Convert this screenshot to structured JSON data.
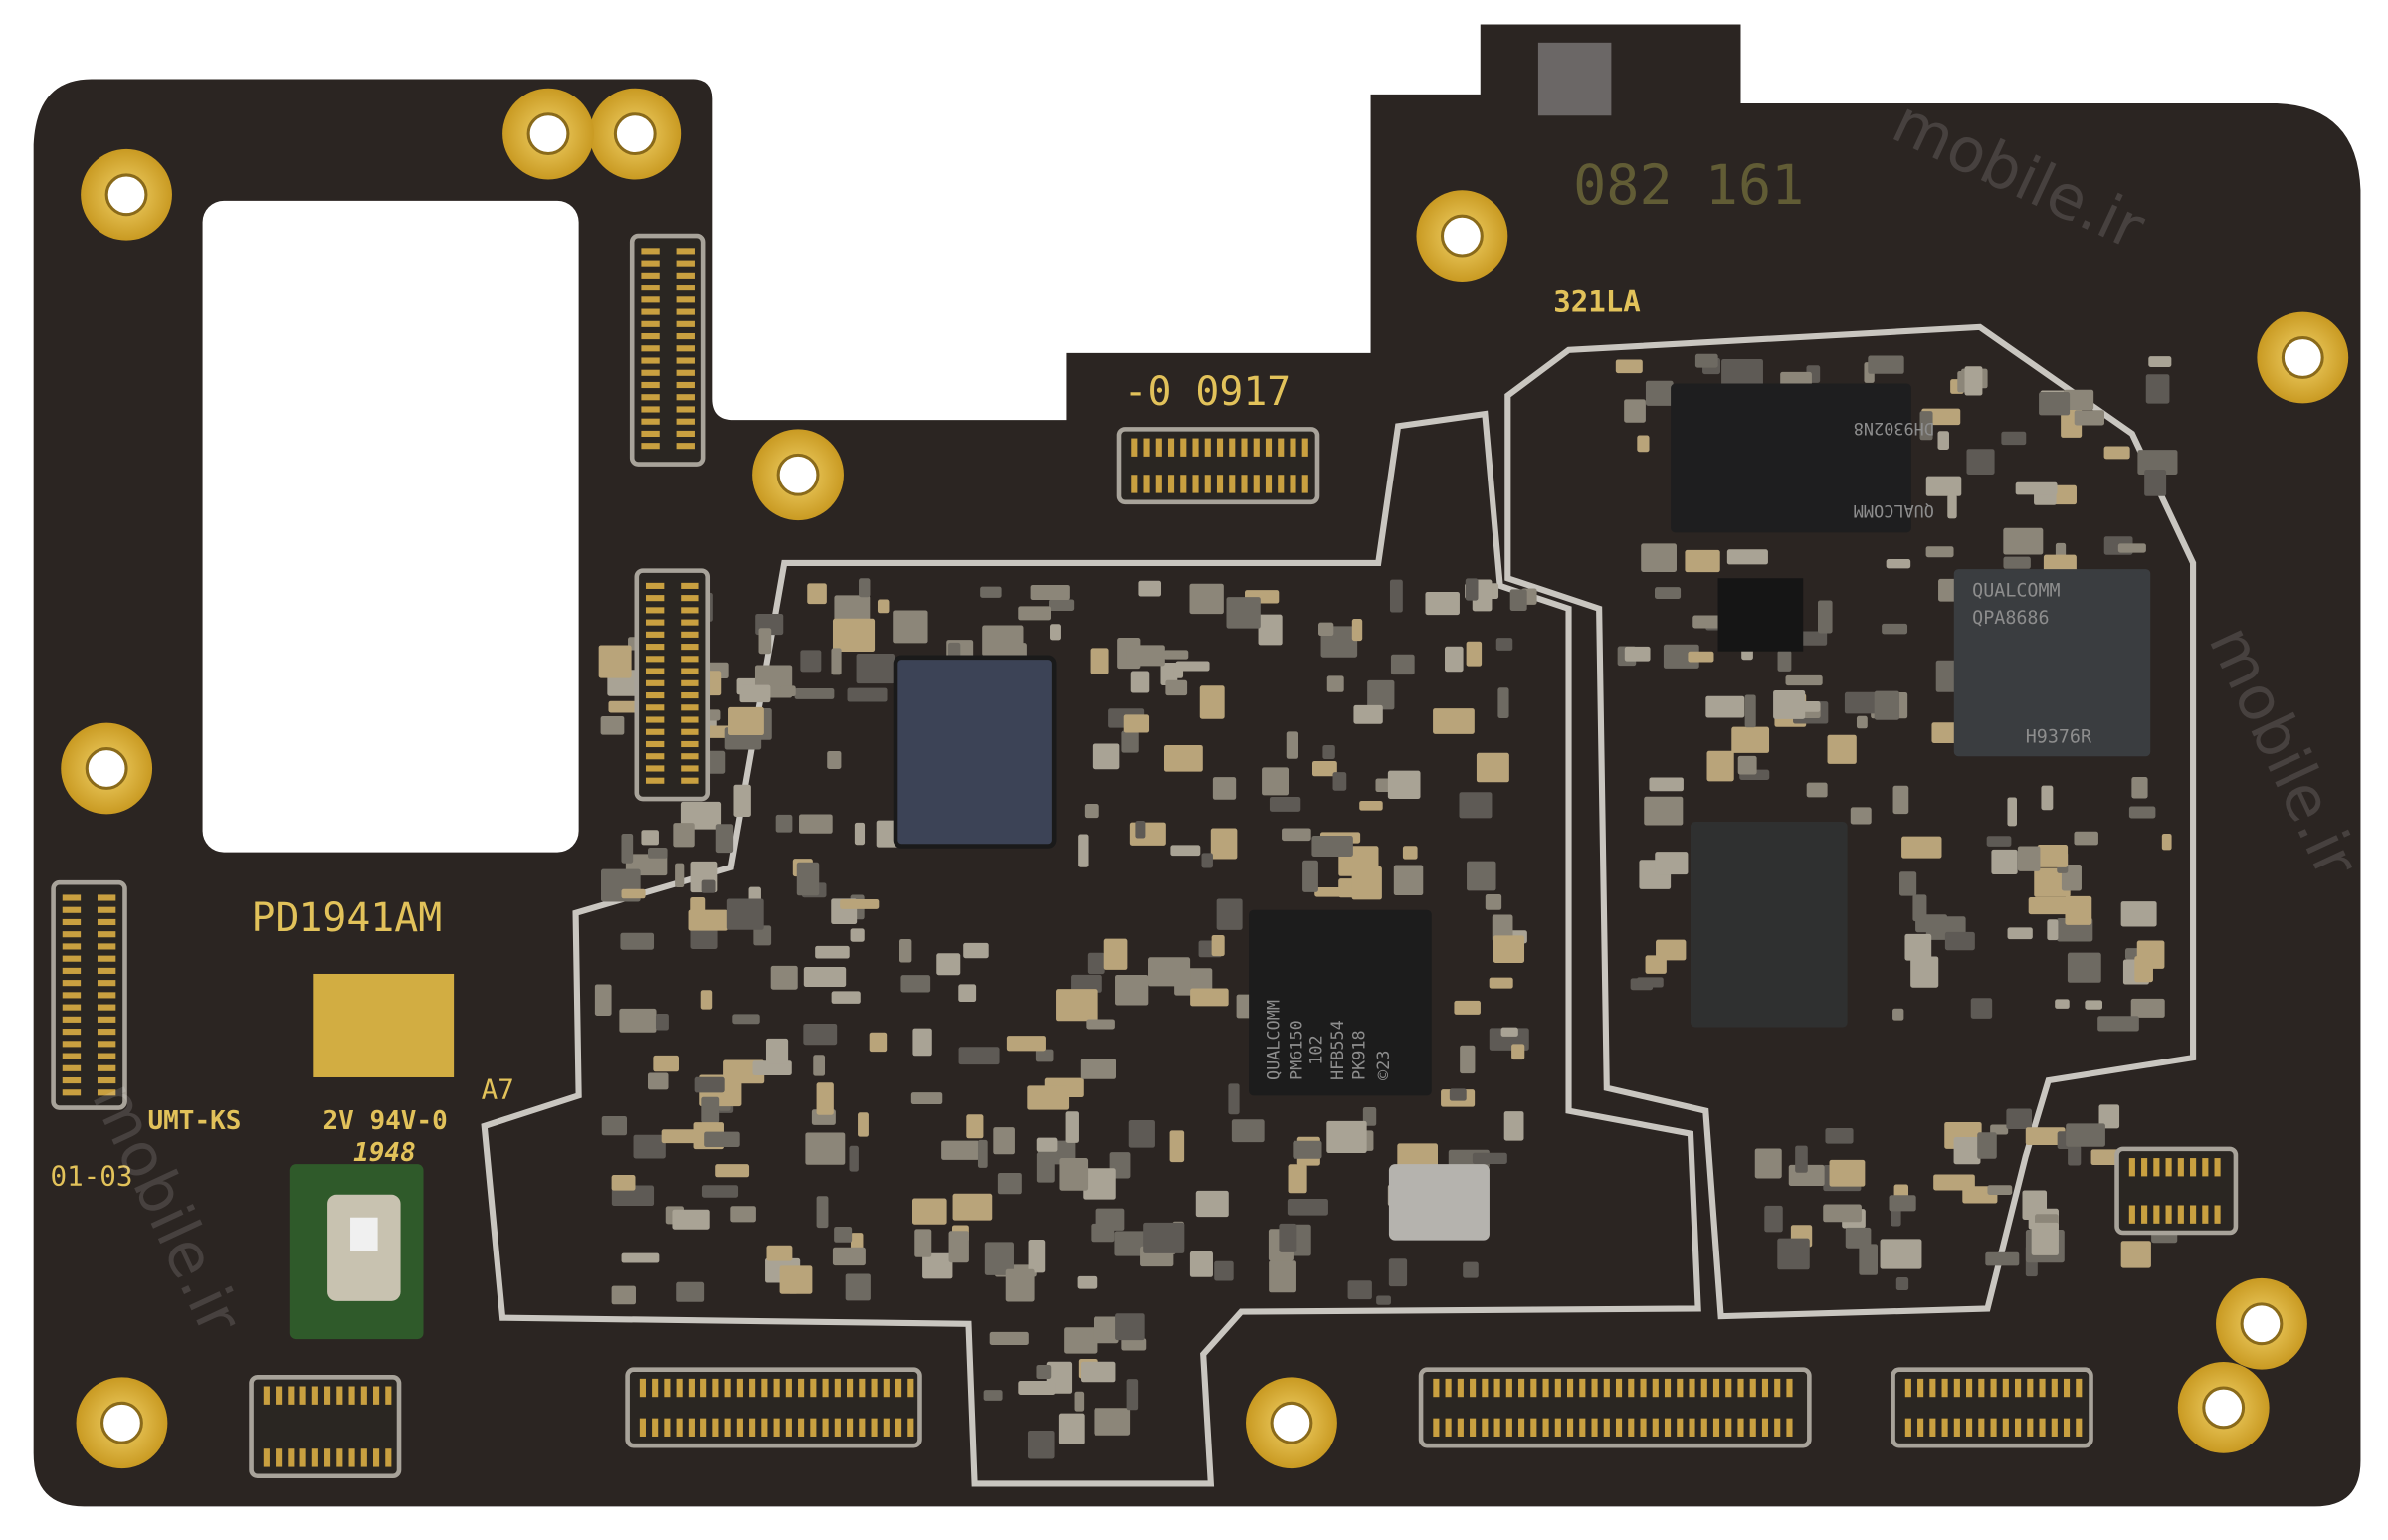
{
  "board": {
    "model_label": "PD1941AM",
    "revision_label": "A7",
    "maker_label": "UMT-KS",
    "rating_label": "2V 94V-0",
    "date_code": "1948",
    "version_label": "01-03",
    "top_label": "-0 0917",
    "serial_label": "082 161",
    "part_label": "321LA"
  },
  "chips": {
    "pmic": {
      "brand": "QUALCOMM",
      "part": "PM6150",
      "line2": "102",
      "line3": "HFB554",
      "line4": "PK918",
      "line5": "©23"
    },
    "pa": {
      "brand": "QUALCOMM",
      "part": "QPA8686",
      "line3": "H9376R"
    },
    "memory": {
      "brand": "QUALCOMM",
      "part": "DH9302N8"
    }
  },
  "watermark": "mobile.ir",
  "colors": {
    "pcb": "#2b2522",
    "gold": "#d9b23c",
    "shield": "#c9c6c0",
    "chip": "#1c1c1c"
  }
}
